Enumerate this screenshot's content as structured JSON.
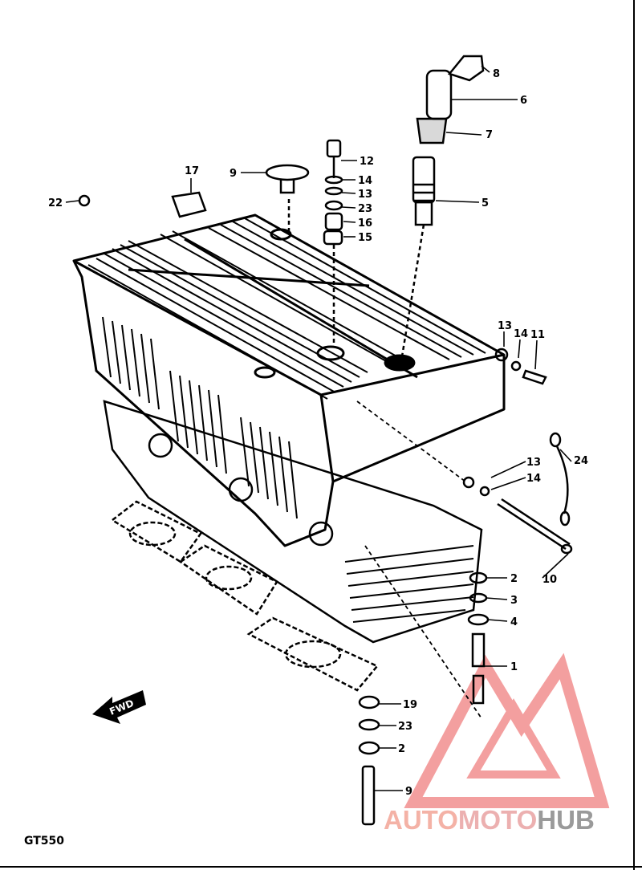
{
  "diagram": {
    "model_code": "GT550",
    "fwd_label": "FWD",
    "callouts": [
      {
        "id": "c8",
        "text": "8"
      },
      {
        "id": "c6",
        "text": "6"
      },
      {
        "id": "c7",
        "text": "7"
      },
      {
        "id": "c5",
        "text": "5"
      },
      {
        "id": "c12",
        "text": "12"
      },
      {
        "id": "c14a",
        "text": "14"
      },
      {
        "id": "c13a",
        "text": "13"
      },
      {
        "id": "c23a",
        "text": "23"
      },
      {
        "id": "c16",
        "text": "16"
      },
      {
        "id": "c15",
        "text": "15"
      },
      {
        "id": "c9a",
        "text": "9"
      },
      {
        "id": "c17",
        "text": "17"
      },
      {
        "id": "c22",
        "text": "22"
      },
      {
        "id": "c13b",
        "text": "13"
      },
      {
        "id": "c14b",
        "text": "14"
      },
      {
        "id": "c11",
        "text": "11"
      },
      {
        "id": "c13c",
        "text": "13"
      },
      {
        "id": "c14c",
        "text": "14"
      },
      {
        "id": "c24",
        "text": "24"
      },
      {
        "id": "c10",
        "text": "10"
      },
      {
        "id": "c2a",
        "text": "2"
      },
      {
        "id": "c3",
        "text": "3"
      },
      {
        "id": "c4",
        "text": "4"
      },
      {
        "id": "c1",
        "text": "1"
      },
      {
        "id": "c19",
        "text": "19"
      },
      {
        "id": "c23b",
        "text": "23"
      },
      {
        "id": "c2b",
        "text": "2"
      },
      {
        "id": "c9b",
        "text": "9"
      }
    ]
  },
  "watermark": {
    "part1": "AUTO",
    "part2": "MOTO",
    "part3": "HUB",
    "color_auto": "#f4b2a6",
    "color_moto": "#ecb0b0",
    "color_hub": "#9a9a9a",
    "logo_color": "#f08080"
  }
}
